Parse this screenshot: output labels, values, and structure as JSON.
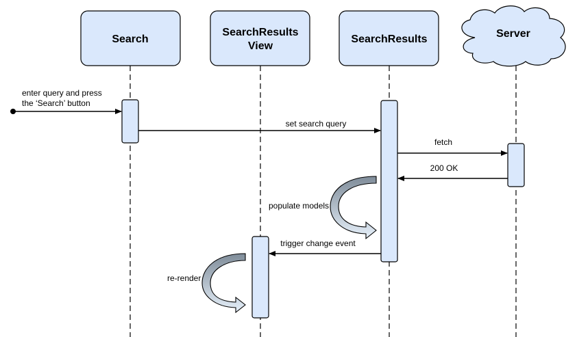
{
  "participants": [
    {
      "label_lines": [
        "Search"
      ],
      "shape": "rounded-rectangle"
    },
    {
      "label_lines": [
        "SearchResults",
        "View"
      ],
      "shape": "rounded-rectangle"
    },
    {
      "label_lines": [
        "SearchResults"
      ],
      "shape": "rounded-rectangle"
    },
    {
      "label_lines": [
        "Server"
      ],
      "shape": "cloud"
    }
  ],
  "messages": {
    "entry_line1": "enter query and press",
    "entry_line2": "the ‘Search’ button",
    "set_query": "set search query",
    "fetch": "fetch",
    "ok": "200 OK",
    "populate": "populate models",
    "trigger": "trigger change event",
    "rerender": "re-render"
  },
  "colors": {
    "box_fill": "#dae8fc",
    "box_stroke": "#000000",
    "self_arrow_gradient_top": "#7f8c99",
    "self_arrow_gradient_bottom": "#e6f0fa",
    "line": "#000000"
  }
}
